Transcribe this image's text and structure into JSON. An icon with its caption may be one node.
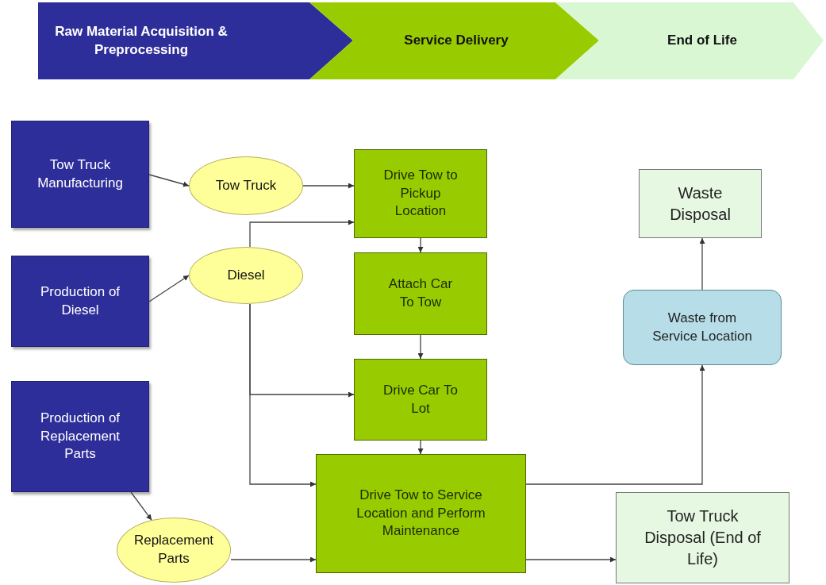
{
  "diagram": {
    "nodes": [
      {
        "text": [
          "Raw Material Acquisition & Preprocessing"
        ]
      },
      {
        "text": [
          "Service Delivery"
        ]
      },
      {
        "text": [
          "End of Life"
        ]
      },
      {
        "text": [
          "Tow Truck Manufacturing"
        ]
      },
      {
        "text": [
          "Production of Diesel"
        ]
      },
      {
        "text": [
          "Production of Replacement Parts"
        ]
      },
      {
        "text": [
          "Tow Truck"
        ]
      },
      {
        "text": [
          "Diesel"
        ]
      },
      {
        "text": [
          "Replacement Parts"
        ]
      },
      {
        "text": [
          "Drive Tow to Pickup Location"
        ]
      },
      {
        "text": [
          "Attach Car To Tow"
        ]
      },
      {
        "text": [
          "Drive Car To Lot"
        ]
      },
      {
        "text": [
          "Drive Tow to Service Location and Perform Maintenance"
        ]
      },
      {
        "text": [
          "Waste Disposal"
        ]
      },
      {
        "text": [
          "Waste from Service Location"
        ]
      },
      {
        "text": [
          "Tow Truck Disposal (End of Life)"
        ]
      }
    ],
    "edges": [
      {
        "from": 3,
        "to": 6,
        "arrow": "to"
      },
      {
        "from": 4,
        "to": 7,
        "arrow": "to"
      },
      {
        "from": 5,
        "to": 8,
        "arrow": "to"
      },
      {
        "from": 6,
        "to": 9,
        "arrow": "to"
      },
      {
        "from": 7,
        "to": 9,
        "arrow": "to"
      },
      {
        "from": 7,
        "to": 11,
        "arrow": "to"
      },
      {
        "from": 7,
        "to": 12,
        "arrow": "to"
      },
      {
        "from": 8,
        "to": 12,
        "arrow": "to"
      },
      {
        "from": 9,
        "to": 10,
        "arrow": "to"
      },
      {
        "from": 10,
        "to": 11,
        "arrow": "to"
      },
      {
        "from": 11,
        "to": 12,
        "arrow": "to"
      },
      {
        "from": 12,
        "to": 14,
        "arrow": "to"
      },
      {
        "from": 14,
        "to": 13,
        "arrow": "to"
      },
      {
        "from": 12,
        "to": 15,
        "arrow": "to"
      }
    ]
  }
}
